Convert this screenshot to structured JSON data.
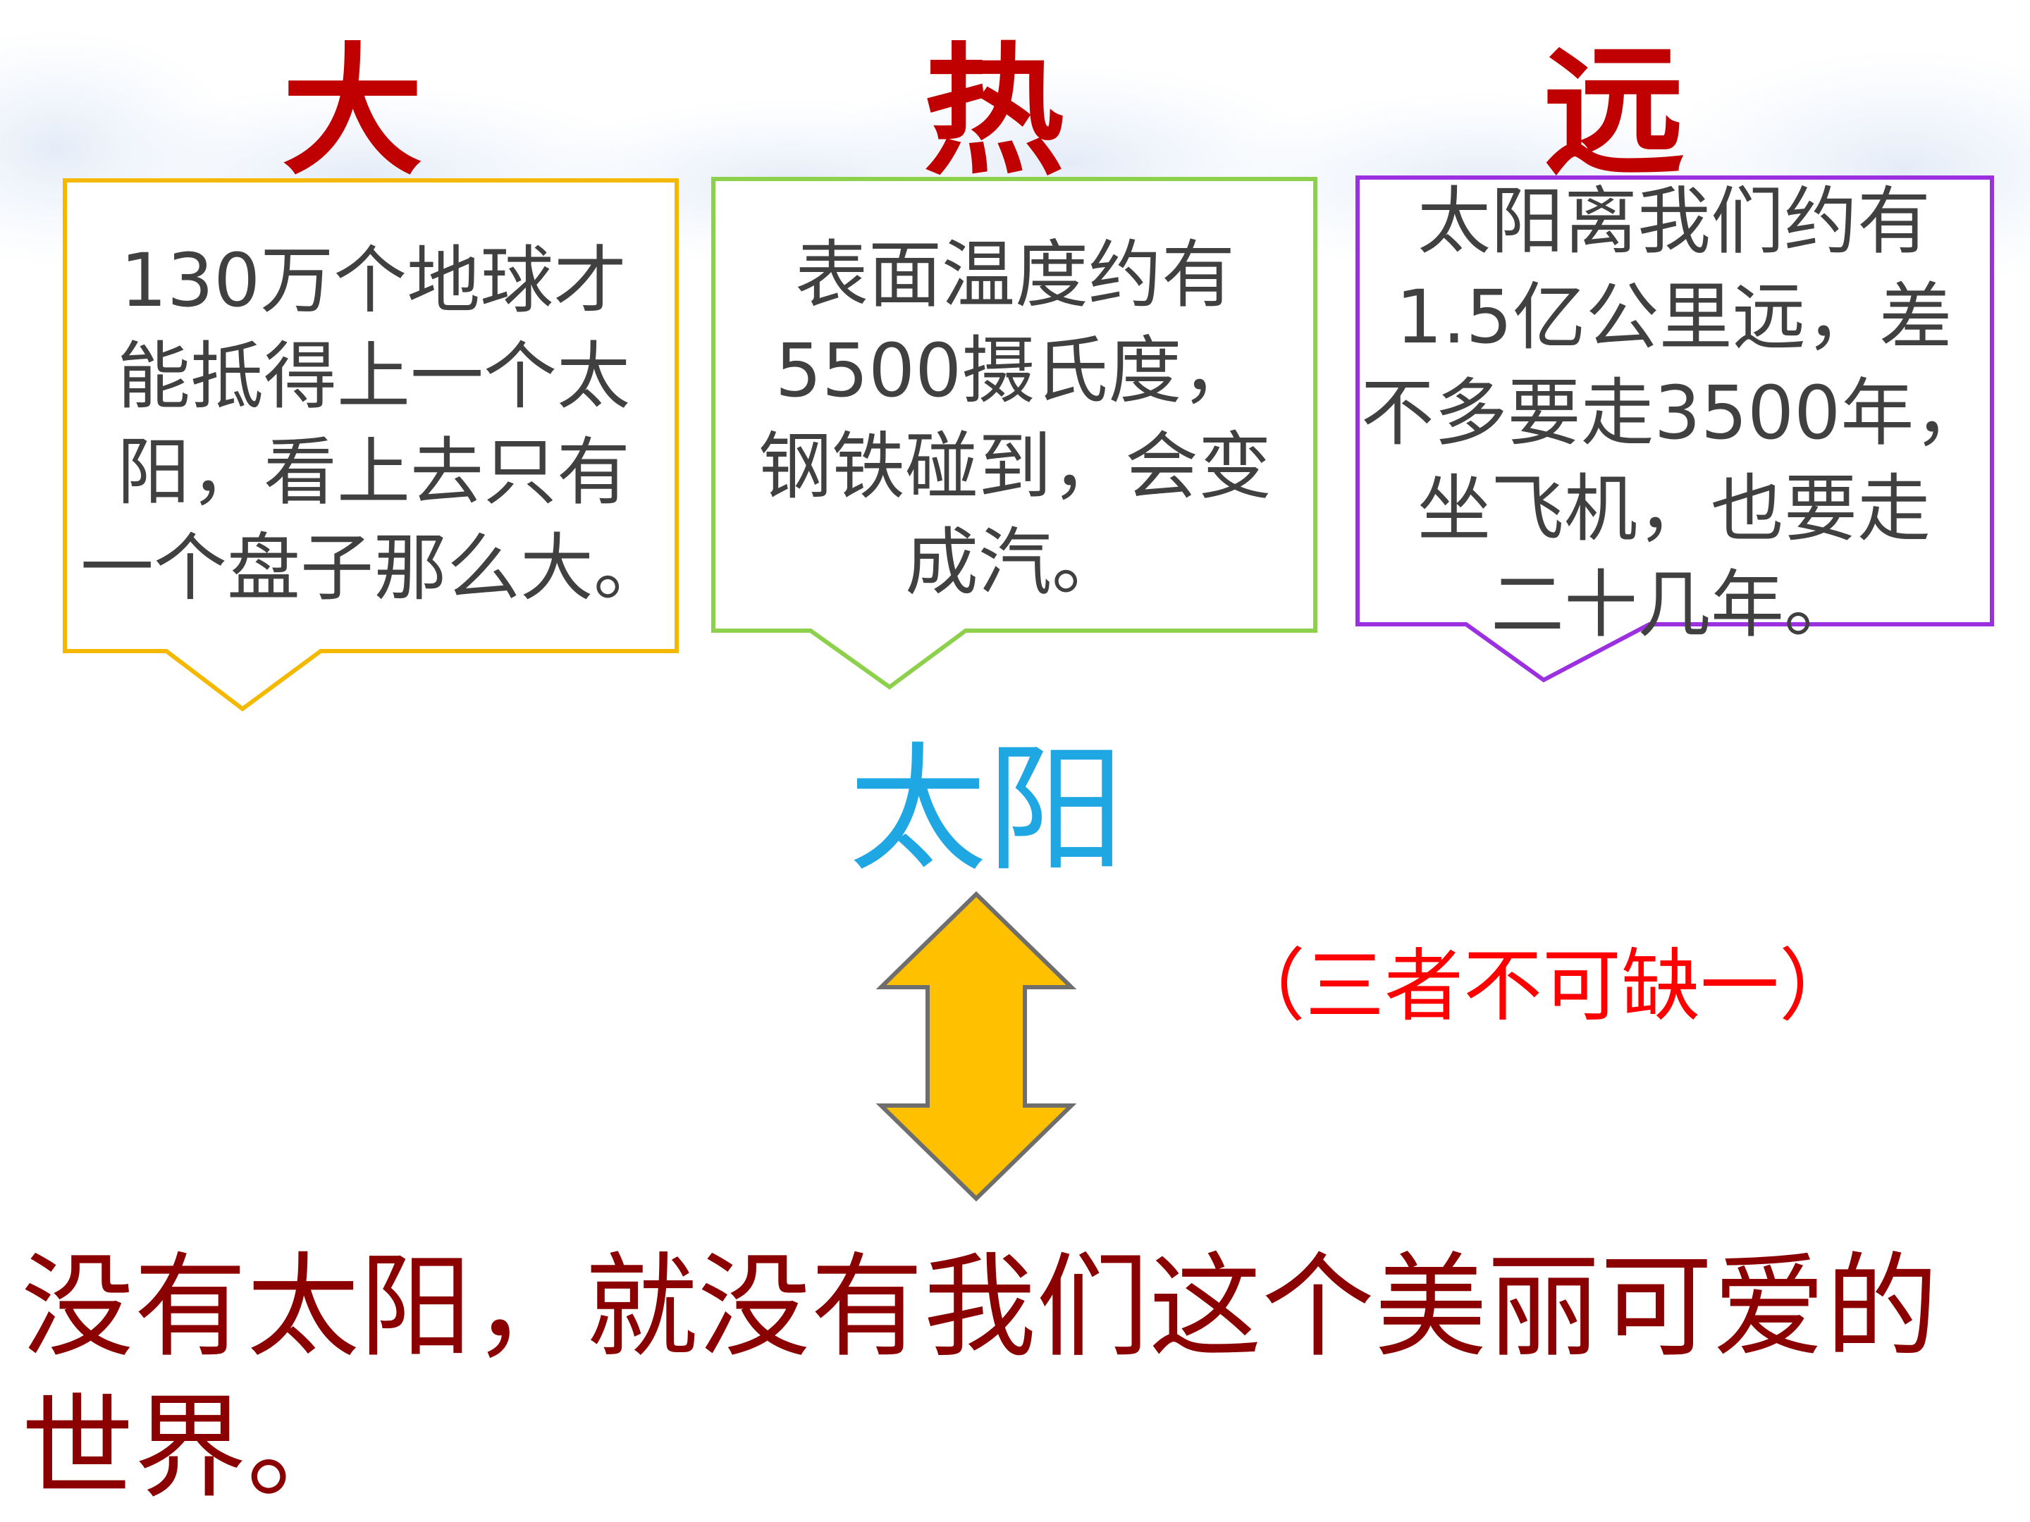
{
  "columns": [
    {
      "heading": "大",
      "lines": [
        "130万个地球才",
        "能抵得上一个太",
        "阳，看上去只有",
        "一个盘子那么大。"
      ],
      "border_color": "#f5b800"
    },
    {
      "heading": "热",
      "lines": [
        "表面温度约有",
        "5500摄氏度，",
        "钢铁碰到，会变",
        "成汽。"
      ],
      "border_color": "#8cd04c"
    },
    {
      "heading": "远",
      "lines": [
        "太阳离我们约有",
        "1.5亿公里远，差",
        "不多要走3500年，",
        "坐飞机，也要走",
        "二十几年。"
      ],
      "border_color": "#9b30e0"
    }
  ],
  "center_label": "太阳",
  "note": "（三者不可缺一）",
  "conclusion_lines": [
    "没有太阳，就没有我们这个美丽可爱的",
    "世界。"
  ],
  "colors": {
    "heading": "#c00000",
    "body_text": "#404040",
    "center_label": "#1ea7e2",
    "note": "#ff0000",
    "conclusion": "#8b0000",
    "arrow_fill": "#ffc000",
    "arrow_stroke": "#6e6e6e"
  },
  "icons": {
    "arrow": "double-headed-vertical-arrow-icon"
  }
}
